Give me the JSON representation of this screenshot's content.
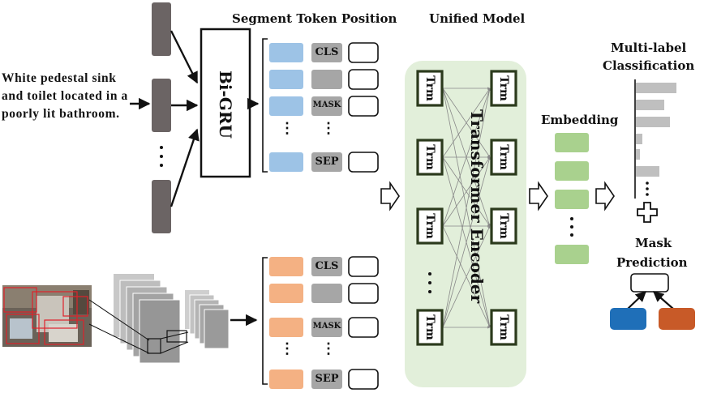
{
  "headers": {
    "segment_token_position": "Segment Token Position",
    "unified_model": "Unified Model",
    "multi_label": "Multi-label",
    "classification": "Classification",
    "embedding": "Embedding",
    "mask": "Mask",
    "prediction": "Prediction"
  },
  "caption": "White pedestal sink and toilet located in a poorly lit bathroom.",
  "bigru_label": "Bi-GRU",
  "encoder_label": "Transformer Encoder",
  "trm_label": "Trm",
  "tokens": {
    "cls": "CLS",
    "mask": "MASK",
    "sep": "SEP"
  },
  "ellipsis": "⋮",
  "colors": {
    "text_segment": "#9dc3e6",
    "image_segment": "#f4b183",
    "token_gray": "#a6a6a6",
    "gru_unit": "#6b6464",
    "encoder_bg": "#e2efda",
    "embedding": "#a9d18e",
    "class_bar": "#bfbfbf",
    "mask_blue": "#1f6fb8",
    "mask_orange": "#c85a28",
    "trm_border": "#2b3a1c"
  }
}
